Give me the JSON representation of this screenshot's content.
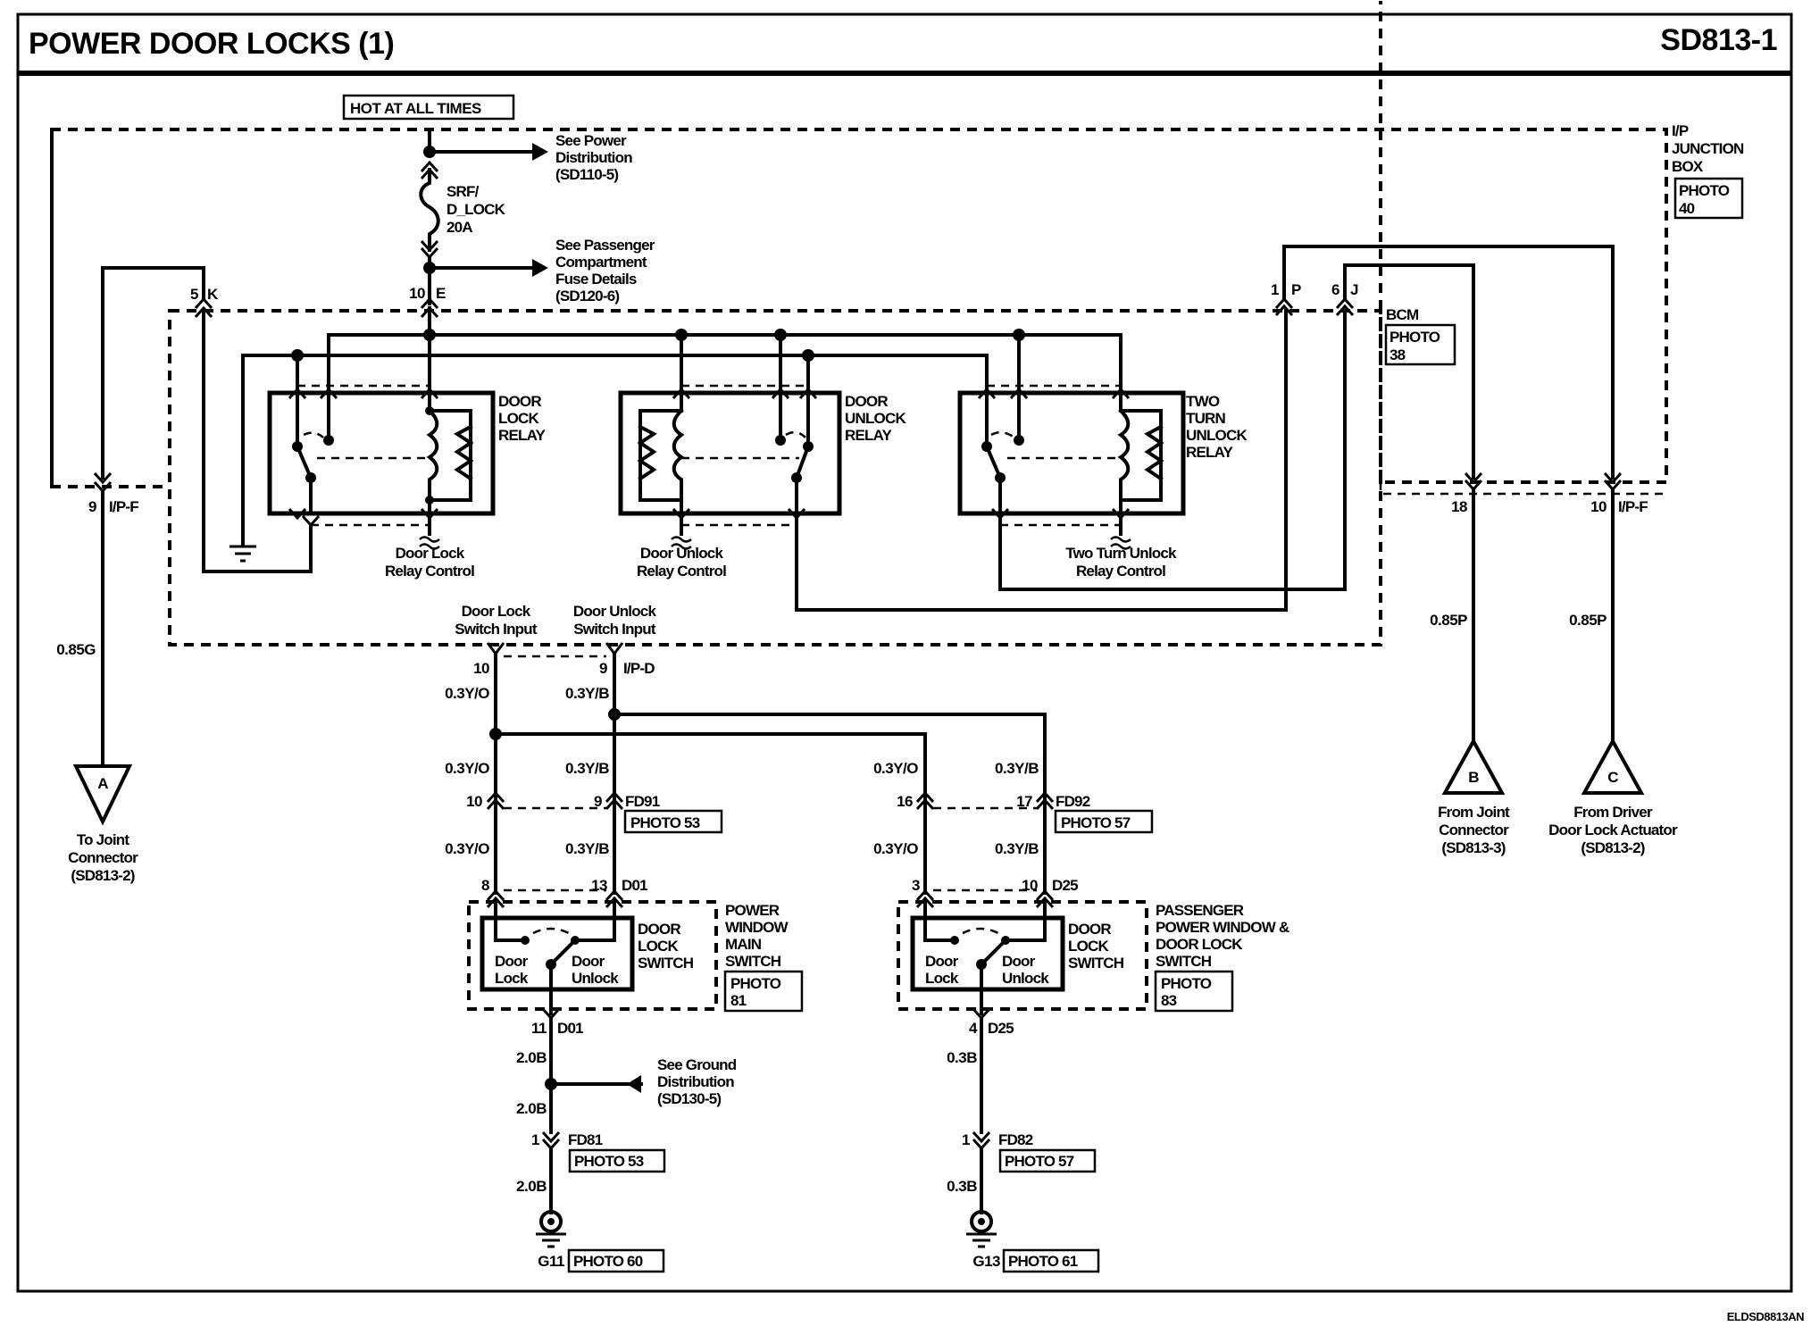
{
  "header": {
    "title": "POWER DOOR LOCKS (1)",
    "page_code": "SD813-1"
  },
  "footer": {
    "drawing_id": "ELDSD8813AN"
  },
  "power": {
    "label": "HOT AT ALL TIMES",
    "ref_power": [
      "See Power",
      "Distribution",
      "(SD110-5)"
    ],
    "fuse": [
      "SRF/",
      "D_LOCK",
      "20A"
    ],
    "ref_fuse": [
      "See Passenger",
      "Compartment",
      "Fuse Details",
      "(SD120-6)"
    ]
  },
  "junction_box": {
    "label": [
      "I/P",
      "JUNCTION",
      "BOX"
    ],
    "photo": [
      "PHOTO",
      "40"
    ]
  },
  "bcm": {
    "label": "BCM",
    "photo": [
      "PHOTO",
      "38"
    ]
  },
  "pins": {
    "k5": {
      "num": "5",
      "letter": "K"
    },
    "e10": {
      "num": "10",
      "letter": "E"
    },
    "p1": {
      "num": "1",
      "letter": "P"
    },
    "j6": {
      "num": "6",
      "letter": "J"
    },
    "ipf9": {
      "num": "9",
      "conn": "I/P-F"
    },
    "ipf18": {
      "num": "18"
    },
    "ipf10": {
      "num": "10",
      "conn": "I/P-F"
    },
    "ipd10": {
      "num": "10"
    },
    "ipd9": {
      "num": "9",
      "conn": "I/P-D"
    }
  },
  "relays": [
    {
      "label": [
        "DOOR",
        "LOCK",
        "RELAY"
      ],
      "control": [
        "Door Lock",
        "Relay Control"
      ]
    },
    {
      "label": [
        "DOOR",
        "UNLOCK",
        "RELAY"
      ],
      "control": [
        "Door Unlock",
        "Relay Control"
      ]
    },
    {
      "label": [
        "TWO",
        "TURN",
        "UNLOCK",
        "RELAY"
      ],
      "control": [
        "Two Turn Unlock",
        "Relay Control"
      ]
    }
  ],
  "switch_inputs": {
    "lock": [
      "Door Lock",
      "Switch Input"
    ],
    "unlock": [
      "Door Unlock",
      "Switch Input"
    ]
  },
  "wires": {
    "g085": "0.85G",
    "p085": "0.85P",
    "yo": "0.3Y/O",
    "yb": "0.3Y/B",
    "b20": "2.0B",
    "b03": "0.3B"
  },
  "offpage": [
    {
      "letter": "A",
      "text": [
        "To Joint",
        "Connector",
        "(SD813-2)"
      ]
    },
    {
      "letter": "B",
      "text": [
        "From Joint",
        "Connector",
        "(SD813-3)"
      ]
    },
    {
      "letter": "C",
      "text": [
        "From Driver",
        "Door Lock Actuator",
        "(SD813-2)"
      ]
    }
  ],
  "connectors": {
    "fd91": {
      "name": "FD91",
      "pin_a": "10",
      "pin_b": "9",
      "photo": "PHOTO 53"
    },
    "fd92": {
      "name": "FD92",
      "pin_a": "16",
      "pin_b": "17",
      "photo": "PHOTO 57"
    },
    "d01_in": {
      "name": "D01",
      "pin_a": "8",
      "pin_b": "13"
    },
    "d25_in": {
      "name": "D25",
      "pin_a": "3",
      "pin_b": "10"
    },
    "d01_out": {
      "name": "D01",
      "pin": "11"
    },
    "d25_out": {
      "name": "D25",
      "pin": "4"
    },
    "fd81": {
      "name": "FD81",
      "pin": "1",
      "photo": "PHOTO 53"
    },
    "fd82": {
      "name": "FD82",
      "pin": "1",
      "photo": "PHOTO 57"
    }
  },
  "switches": [
    {
      "label": [
        "DOOR",
        "LOCK",
        "SWITCH"
      ],
      "module": [
        "POWER",
        "WINDOW",
        "MAIN",
        "SWITCH"
      ],
      "photo": [
        "PHOTO",
        "81"
      ],
      "pos_lock": [
        "Door",
        "Lock"
      ],
      "pos_unlock": [
        "Door",
        "Unlock"
      ]
    },
    {
      "label": [
        "DOOR",
        "LOCK",
        "SWITCH"
      ],
      "module": [
        "PASSENGER",
        "POWER WINDOW &",
        "DOOR LOCK",
        "SWITCH"
      ],
      "photo": [
        "PHOTO",
        "83"
      ],
      "pos_lock": [
        "Door",
        "Lock"
      ],
      "pos_unlock": [
        "Door",
        "Unlock"
      ]
    }
  ],
  "ground_ref": [
    "See Ground",
    "Distribution",
    "(SD130-5)"
  ],
  "grounds": [
    {
      "name": "G11",
      "photo": "PHOTO 60"
    },
    {
      "name": "G13",
      "photo": "PHOTO 61"
    }
  ]
}
